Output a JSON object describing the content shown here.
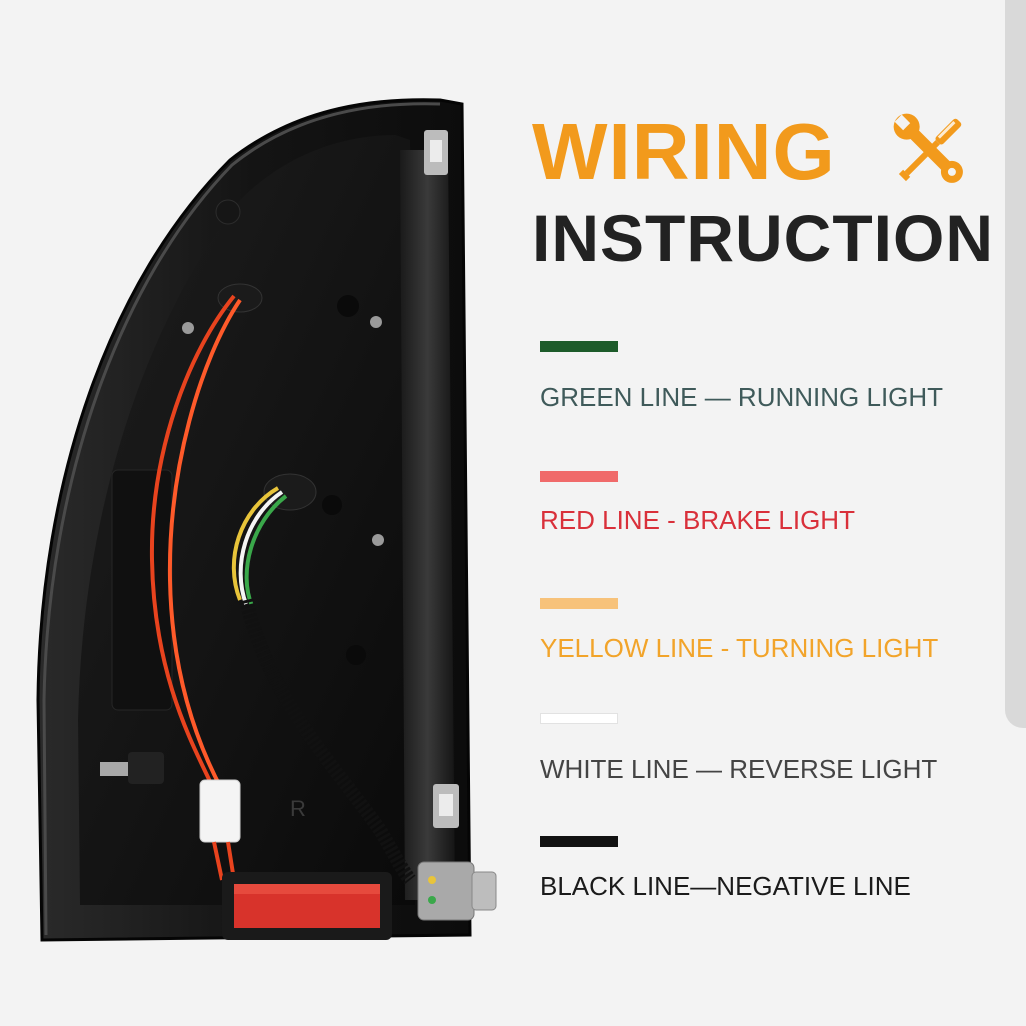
{
  "title": {
    "line1": "WIRING",
    "line2": "INSTRUCTION"
  },
  "icons": {
    "title_icon": "tools-icon"
  },
  "legend": [
    {
      "label": "GREEN LINE — RUNNING LIGHT",
      "swatch_color": "#1d5b2a",
      "text_color": "#3f5a5a"
    },
    {
      "label": "RED LINE - BRAKE LIGHT",
      "swatch_color": "#f06a6a",
      "text_color": "#d9303a"
    },
    {
      "label": "YELLOW LINE - TURNING LIGHT",
      "swatch_color": "#f7c27a",
      "text_color": "#f2a42a"
    },
    {
      "label": "WHITE LINE  — REVERSE LIGHT",
      "swatch_color": "#ffffff",
      "text_color": "#444444"
    },
    {
      "label": "BLACK LINE—NEGATIVE LINE",
      "swatch_color": "#111111",
      "text_color": "#1b1b1b"
    }
  ],
  "colors": {
    "accent_orange": "#f29a1c",
    "heading_dark": "#222222",
    "background": "#f3f3f3"
  }
}
